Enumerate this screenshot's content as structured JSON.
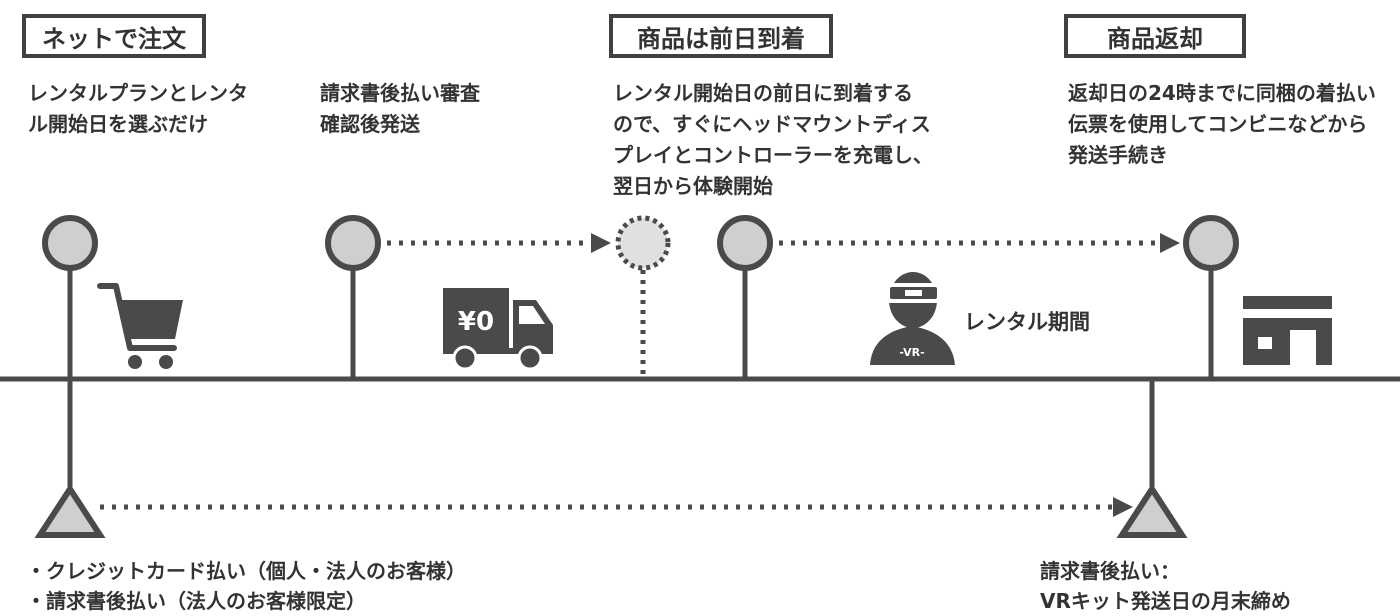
{
  "steps": {
    "order": {
      "title": "ネットで注文",
      "desc": [
        "レンタルプランとレンタ",
        "ル開始日を選ぶだけ"
      ]
    },
    "ship": {
      "desc": [
        "請求書後払い審査",
        "確認後発送"
      ],
      "truck_label": "¥0"
    },
    "arrive": {
      "title": "商品は前日到着",
      "desc": [
        "レンタル開始日の前日に到着する",
        "ので、すぐにヘッドマウントディス",
        "プレイとコントローラーを充電し、",
        "翌日から体験開始"
      ]
    },
    "rental": {
      "label": "レンタル期間",
      "badge": "-VR-"
    },
    "return": {
      "title": "商品返却",
      "desc": [
        "返却日の24時までに同梱の着払い",
        "伝票を使用してコンビニなどから",
        "発送手続き"
      ]
    }
  },
  "payment": {
    "left": [
      "・クレジットカード払い（個人・法人のお客様）",
      "・請求書後払い（法人のお客様限定）"
    ],
    "right": [
      "請求書後払い：",
      "VRキット発送日の月末締め"
    ]
  },
  "colors": {
    "line": "#4a4a4a",
    "node_fill": "#cfcfcf",
    "icon": "#4a4a4a",
    "text": "#333333"
  }
}
